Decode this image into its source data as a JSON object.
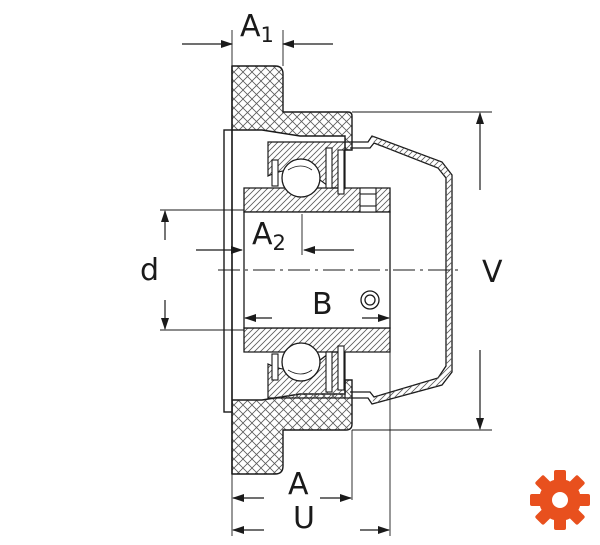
{
  "diagram": {
    "dimensions": {
      "A1": {
        "main": "A",
        "sub": "1"
      },
      "A2": {
        "main": "A",
        "sub": "2"
      },
      "A": "A",
      "U": "U",
      "B": "B",
      "d": "d",
      "V": "V"
    }
  },
  "colors": {
    "line": "#1a1a1a",
    "hatch": "#5a5a5a",
    "accent_orange": "#e8501e"
  },
  "logo": {
    "icon": "gear-icon"
  }
}
